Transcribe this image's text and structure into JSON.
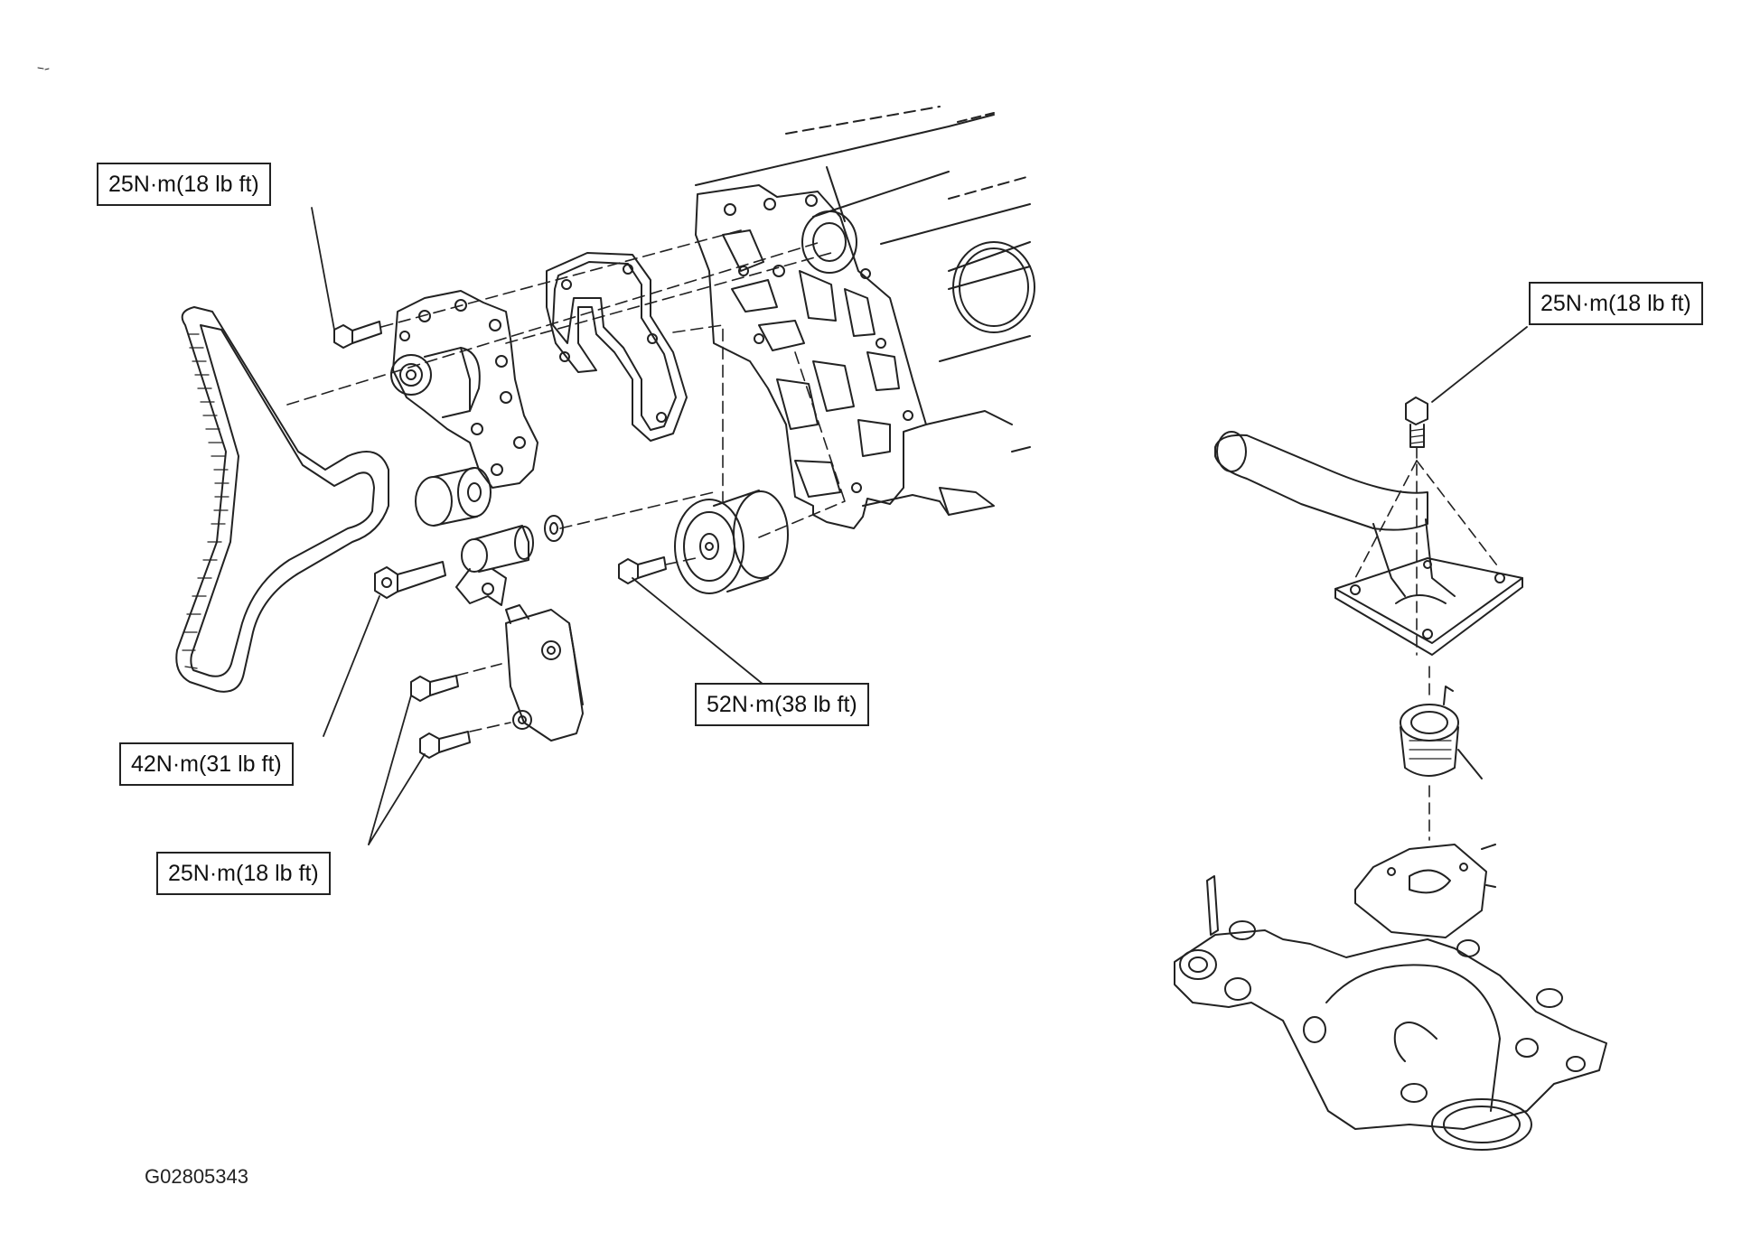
{
  "torque_callouts": {
    "water_pump_bolt": "25N·m(18 lb ft)",
    "thermostat_housing_bolt": "25N·m(18 lb ft)",
    "idler_pulley_bolt": "52N·m(38 lb ft)",
    "tensioner_pulley_bolt": "42N·m(31 lb ft)",
    "tensioner_bolts": "25N·m(18 lb ft)"
  },
  "figure_id": "G02805343",
  "colors": {
    "line": "#222222",
    "background": "#ffffff"
  }
}
